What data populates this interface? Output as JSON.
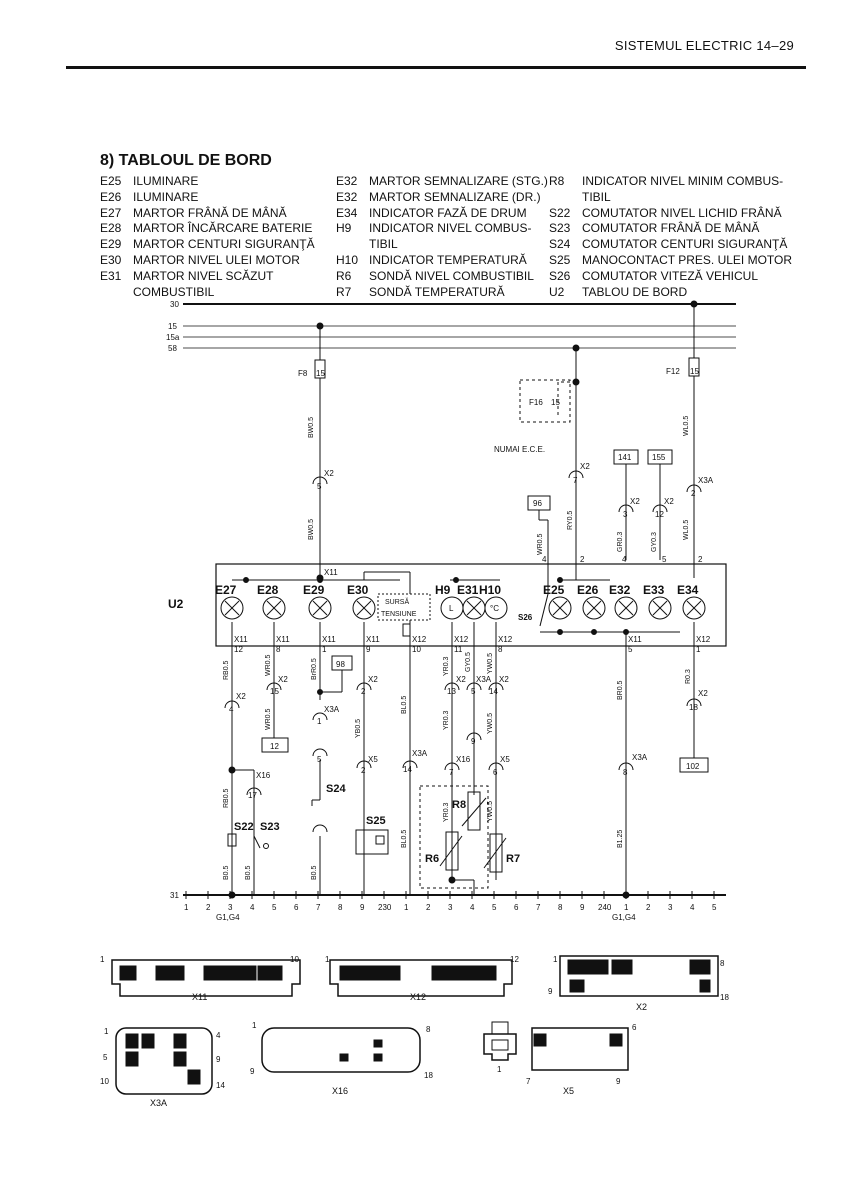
{
  "header": {
    "title": "SISTEMUL ELECTRIC  14–29"
  },
  "section": {
    "title": "8) TABLOUL DE BORD"
  },
  "legend": {
    "col1": [
      {
        "code": "E25",
        "text": "ILUMINARE"
      },
      {
        "code": "E26",
        "text": "ILUMINARE"
      },
      {
        "code": "E27",
        "text": "MARTOR FRÂNĂ DE MÂNĂ"
      },
      {
        "code": "E28",
        "text": "MARTOR ÎNCĂRCARE BATERIE"
      },
      {
        "code": "E29",
        "text": "MARTOR CENTURI SIGURANŢĂ"
      },
      {
        "code": "E30",
        "text": "MARTOR NIVEL ULEI MOTOR"
      },
      {
        "code": "E31",
        "text": "MARTOR NIVEL SCĂZUT"
      },
      {
        "code": "",
        "text": "COMBUSTIBIL"
      }
    ],
    "col2": [
      {
        "code": "E32",
        "text": "MARTOR SEMNALIZARE (STG.)"
      },
      {
        "code": "E32",
        "text": "MARTOR SEMNALIZARE (DR.)"
      },
      {
        "code": "E34",
        "text": "INDICATOR FAZĂ DE DRUM"
      },
      {
        "code": "H9",
        "text": "INDICATOR  NIVEL  COMBUS-"
      },
      {
        "code": "",
        "text": "TIBIL"
      },
      {
        "code": "H10",
        "text": "INDICATOR TEMPERATURĂ"
      },
      {
        "code": "R6",
        "text": "SONDĂ NIVEL COMBUSTIBIL"
      },
      {
        "code": "R7",
        "text": "SONDĂ TEMPERATURĂ"
      }
    ],
    "col3": [
      {
        "code": "R8",
        "text": "INDICATOR NIVEL MINIM COMBUS-"
      },
      {
        "code": "",
        "text": "TIBIL"
      },
      {
        "code": "S22",
        "text": "COMUTATOR NIVEL LICHID FRÂNĂ"
      },
      {
        "code": "S23",
        "text": "COMUTATOR FRÂNĂ DE MÂNĂ"
      },
      {
        "code": "S24",
        "text": "COMUTATOR CENTURI SIGURANŢĂ"
      },
      {
        "code": "S25",
        "text": "MANOCONTACT PRES. ULEI MOTOR"
      },
      {
        "code": "S26",
        "text": "COMUTATOR VITEZĂ VEHICUL"
      },
      {
        "code": "U2",
        "text": "TABLOU DE BORD"
      }
    ]
  },
  "rails": [
    "30",
    "15",
    "15a",
    "58",
    "31"
  ],
  "fuses": {
    "f8": {
      "name": "F8",
      "pin": "15"
    },
    "f16": {
      "name": "F16",
      "pin": "15"
    },
    "f12": {
      "name": "F12",
      "pin": "15"
    },
    "note": "NUMAI   E.C.E."
  },
  "boxes": {
    "b96": "96",
    "b141": "141",
    "b155": "155",
    "b98": "98",
    "b12": "12",
    "b102": "102"
  },
  "panel": {
    "label": "U2",
    "lamps": [
      "E27",
      "E28",
      "E29",
      "E30",
      "H9",
      "E31",
      "H10",
      "E25",
      "E26",
      "E32",
      "E33",
      "E34"
    ],
    "sursa": "SURSĂ",
    "tensiune": "TENSIUNE",
    "s26": "S26",
    "gauge_l": "L",
    "gauge_c": "°C"
  },
  "components": {
    "s22": "S22",
    "s23": "S23",
    "s24": "S24",
    "s25": "S25",
    "r6": "R6",
    "r7": "R7",
    "r8": "R8"
  },
  "wires": {
    "bw05a": "BW0.5",
    "bw05b": "BW0.5",
    "wr05": "WR0.5",
    "ry05": "RY0.5",
    "gr03": "GR0.3",
    "gy03": "GY0.3",
    "wl05a": "WL0.5",
    "wl05b": "WL0.5",
    "rb05a": "RB0.5",
    "rb05b": "RB0.5",
    "wr05b": "WR0.5",
    "wr05c": "WR0.5",
    "br05": "BrR0.5",
    "yb05": "YB0.5",
    "bl05a": "BL0.5",
    "bl05b": "BL0.5",
    "yr03a": "YR0.3",
    "yr03b": "YR0.3",
    "yr03c": "YR0.3",
    "gy05": "GY0.5",
    "yw05a": "YW0.5",
    "yw05b": "YW0.5",
    "yw05c": "YW0.5",
    "b05a": "B0.5",
    "b05b": "B0.5",
    "b05c": "B0.5",
    "br05b": "BR0.5",
    "ro03": "R0.3",
    "b125": "B1.25"
  },
  "ground": {
    "left_pins": [
      "1",
      "2",
      "3",
      "4",
      "5",
      "6",
      "7",
      "8",
      "9",
      "230",
      "1",
      "2",
      "3",
      "4",
      "5",
      "6",
      "7",
      "8",
      "9",
      "240",
      "1",
      "2",
      "3",
      "4",
      "5"
    ],
    "g1": "G1,G4",
    "g2": "G1,G4"
  },
  "connectors": {
    "x11": {
      "name": "X11",
      "a": "1",
      "b": "10"
    },
    "x12": {
      "name": "X12",
      "a": "1",
      "b": "12"
    },
    "x2": {
      "name": "X2",
      "a": "1",
      "b": "8",
      "c": "9",
      "d": "18"
    },
    "x3a": {
      "name": "X3A",
      "a": "1",
      "b": "4",
      "c": "5",
      "d": "9",
      "e": "10",
      "f": "14"
    },
    "x16": {
      "name": "X16",
      "a": "1",
      "b": "8",
      "c": "9",
      "d": "18"
    },
    "x1": {
      "name": "1"
    },
    "x5": {
      "name": "X5",
      "a": "6",
      "b": "7",
      "c": "9"
    }
  }
}
